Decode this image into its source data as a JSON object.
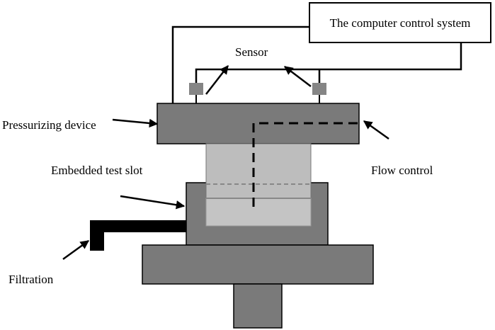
{
  "labels": {
    "control_system": "The computer control system",
    "sensor": "Sensor",
    "pressurizing_device": "Pressurizing device",
    "embedded_test_slot": "Embedded test slot",
    "flow_control": "Flow control",
    "filtration": "Filtration"
  },
  "colors": {
    "block_dark": "#7a7a7a",
    "block_light": "#bdbdbd",
    "sensor": "#858585",
    "outline": "#000000",
    "background": "#ffffff"
  }
}
